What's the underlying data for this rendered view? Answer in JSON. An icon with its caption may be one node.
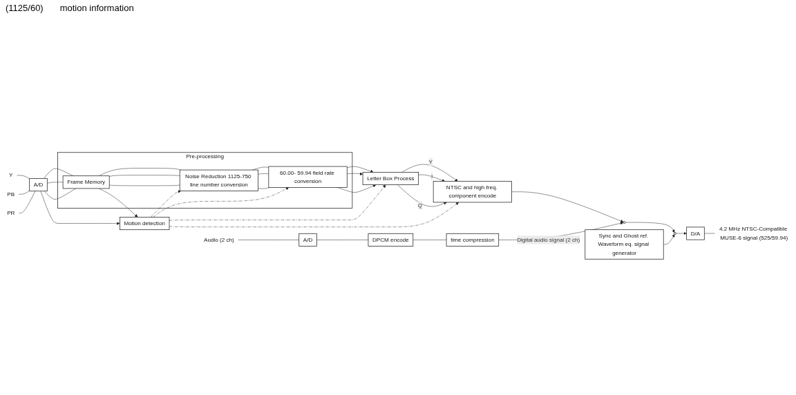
{
  "diagram": {
    "nodes": [
      {
        "text": [
          "Y"
        ]
      },
      {
        "text": [
          "PB"
        ]
      },
      {
        "text": [
          "PR"
        ]
      },
      {
        "text": [
          "A/D"
        ]
      },
      {
        "text": [
          "Pre-processing"
        ]
      },
      {
        "text": [
          "Frame Memory"
        ],
        "in": 4
      },
      {
        "text": [
          "Noise Reduction 1125-750 line number conversion"
        ],
        "in": 4
      },
      {
        "text": [
          "60.00- 59.94 field rate conversion"
        ],
        "in": 4
      },
      {
        "text": [
          "Letter Box Process"
        ]
      },
      {
        "text": [
          "NTSC and high freq. component encode"
        ]
      },
      {
        "text": [
          "Motion detection"
        ]
      },
      {
        "text": [],
        "shape": "circle"
      },
      {
        "text": [],
        "shape": "circle"
      },
      {
        "text": [
          "D/A"
        ]
      },
      {
        "text": [
          "4.2 MHz NTSC-Compatible MUSE-6 signal (525/59.94)"
        ]
      },
      {
        "text": [
          "Audio (2 ch)"
        ]
      },
      {
        "text": [
          "A/D"
        ]
      },
      {
        "text": [
          "DPCM encode"
        ]
      },
      {
        "text": [
          "time compression"
        ]
      },
      {
        "text": [
          "Sync and Ghost ref. Waveform eq. signal generator"
        ]
      }
    ],
    "edges": [
      {
        "from": 0,
        "to": 3,
        "arrow": "none"
      },
      {
        "from": 1,
        "to": 3,
        "arrow": "none"
      },
      {
        "from": 2,
        "to": 3,
        "arrow": "none"
      },
      {
        "from": 3,
        "to": 5,
        "arrow": "none"
      },
      {
        "from": 3,
        "to": 5,
        "arrow": "none"
      },
      {
        "from": 3,
        "to": 5,
        "arrow": "none"
      },
      {
        "from": 5,
        "to": 6,
        "arrow": "none"
      },
      {
        "from": 5,
        "to": 6,
        "arrow": "none"
      },
      {
        "from": 5,
        "to": 6,
        "arrow": "none"
      },
      {
        "from": 6,
        "to": 7,
        "arrow": "none"
      },
      {
        "from": 6,
        "to": 7,
        "arrow": "none"
      },
      {
        "from": 6,
        "to": 7,
        "arrow": "none"
      },
      {
        "from": 7,
        "to": 8,
        "arrow": "to"
      },
      {
        "from": 7,
        "to": 8,
        "arrow": "to"
      },
      {
        "from": 7,
        "to": 8,
        "arrow": "to"
      },
      {
        "from": 8,
        "to": 9,
        "arrow": "to",
        "label": "Y"
      },
      {
        "from": 8,
        "to": 9,
        "arrow": "to",
        "label": "I"
      },
      {
        "from": 8,
        "to": 9,
        "arrow": "to",
        "label": "Q"
      },
      {
        "from": 3,
        "to": 10,
        "arrow": "to"
      },
      {
        "from": 5,
        "to": 10,
        "arrow": "to"
      },
      {
        "from": 10,
        "to": 6,
        "arrow": "to",
        "style": "dashed"
      },
      {
        "from": 10,
        "to": 7,
        "arrow": "to",
        "style": "dashed"
      },
      {
        "from": 10,
        "to": 8,
        "arrow": "to",
        "style": "dashed"
      },
      {
        "from": 10,
        "to": 9,
        "arrow": "to",
        "style": "dashed"
      },
      {
        "from": 9,
        "to": 11,
        "arrow": "to"
      },
      {
        "from": 11,
        "to": 12,
        "arrow": "to"
      },
      {
        "from": 12,
        "to": 13,
        "arrow": "to"
      },
      {
        "from": 13,
        "to": 14,
        "arrow": "none"
      },
      {
        "from": 15,
        "to": 16,
        "arrow": "none"
      },
      {
        "from": 16,
        "to": 17,
        "arrow": "none"
      },
      {
        "from": 17,
        "to": 18,
        "arrow": "none"
      },
      {
        "from": 18,
        "to": 11,
        "arrow": "to",
        "label": "Digital audio signal (2 ch)"
      },
      {
        "from": 19,
        "to": 12,
        "arrow": "to"
      }
    ],
    "labels": [
      "(1125/60)",
      "motion information"
    ]
  }
}
